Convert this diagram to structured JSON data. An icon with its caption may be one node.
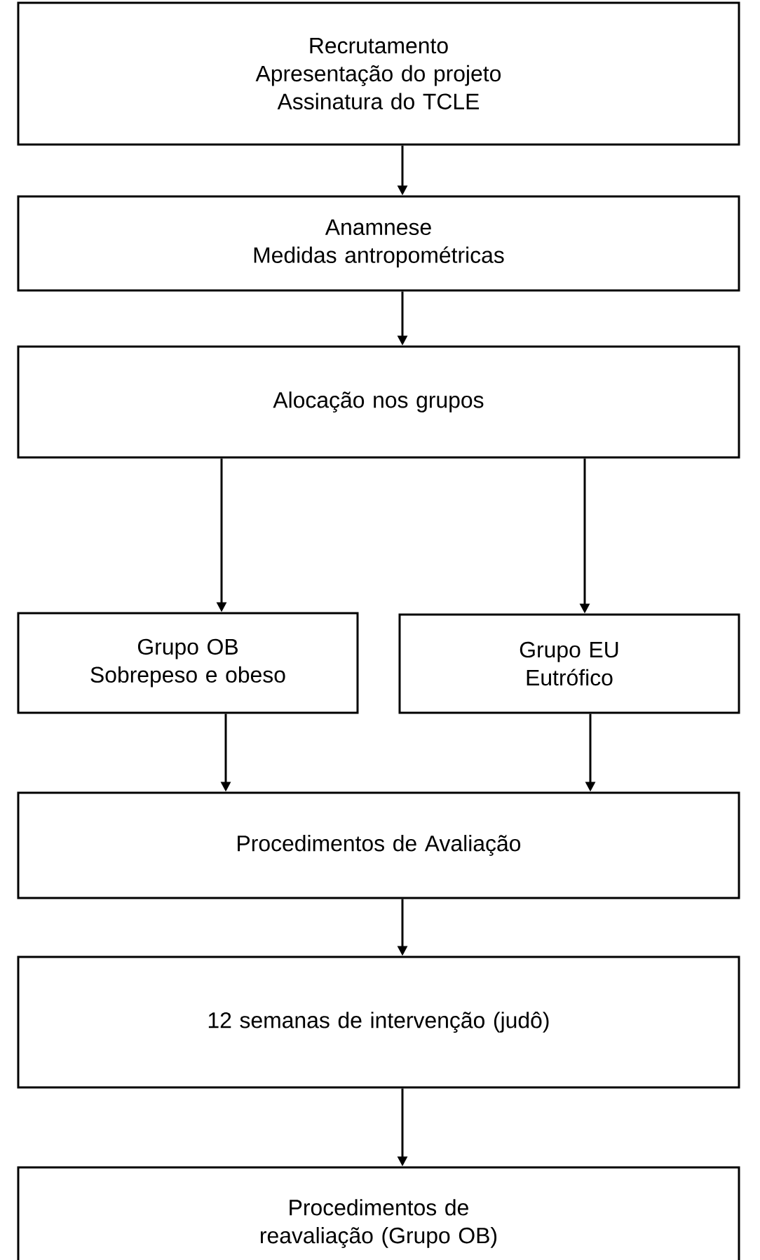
{
  "diagram": {
    "nodes": [
      {
        "text": [
          "Recrutamento",
          "Apresentação do projeto",
          "Assinatura do TCLE"
        ]
      },
      {
        "text": [
          "Anamnese",
          "Medidas antropométricas"
        ]
      },
      {
        "text": [
          "Alocação nos grupos"
        ]
      },
      {
        "text": [
          "Grupo OB",
          "Sobrepeso e obeso"
        ]
      },
      {
        "text": [
          "Grupo EU",
          "Eutrófico"
        ]
      },
      {
        "text": [
          "Procedimentos de Avaliação"
        ]
      },
      {
        "text": [
          "12 semanas de intervenção (judô)"
        ]
      },
      {
        "text": [
          "Procedimentos de reavaliação (Grupo OB)"
        ]
      }
    ],
    "edges": [
      {
        "from": 0,
        "to": 1,
        "arrow": "to"
      },
      {
        "from": 1,
        "to": 2,
        "arrow": "to"
      },
      {
        "from": 2,
        "to": 3,
        "arrow": "to"
      },
      {
        "from": 2,
        "to": 4,
        "arrow": "to"
      },
      {
        "from": 3,
        "to": 5,
        "arrow": "to"
      },
      {
        "from": 4,
        "to": 5,
        "arrow": "to"
      },
      {
        "from": 5,
        "to": 6,
        "arrow": "to"
      },
      {
        "from": 6,
        "to": 7,
        "arrow": "to"
      }
    ]
  }
}
